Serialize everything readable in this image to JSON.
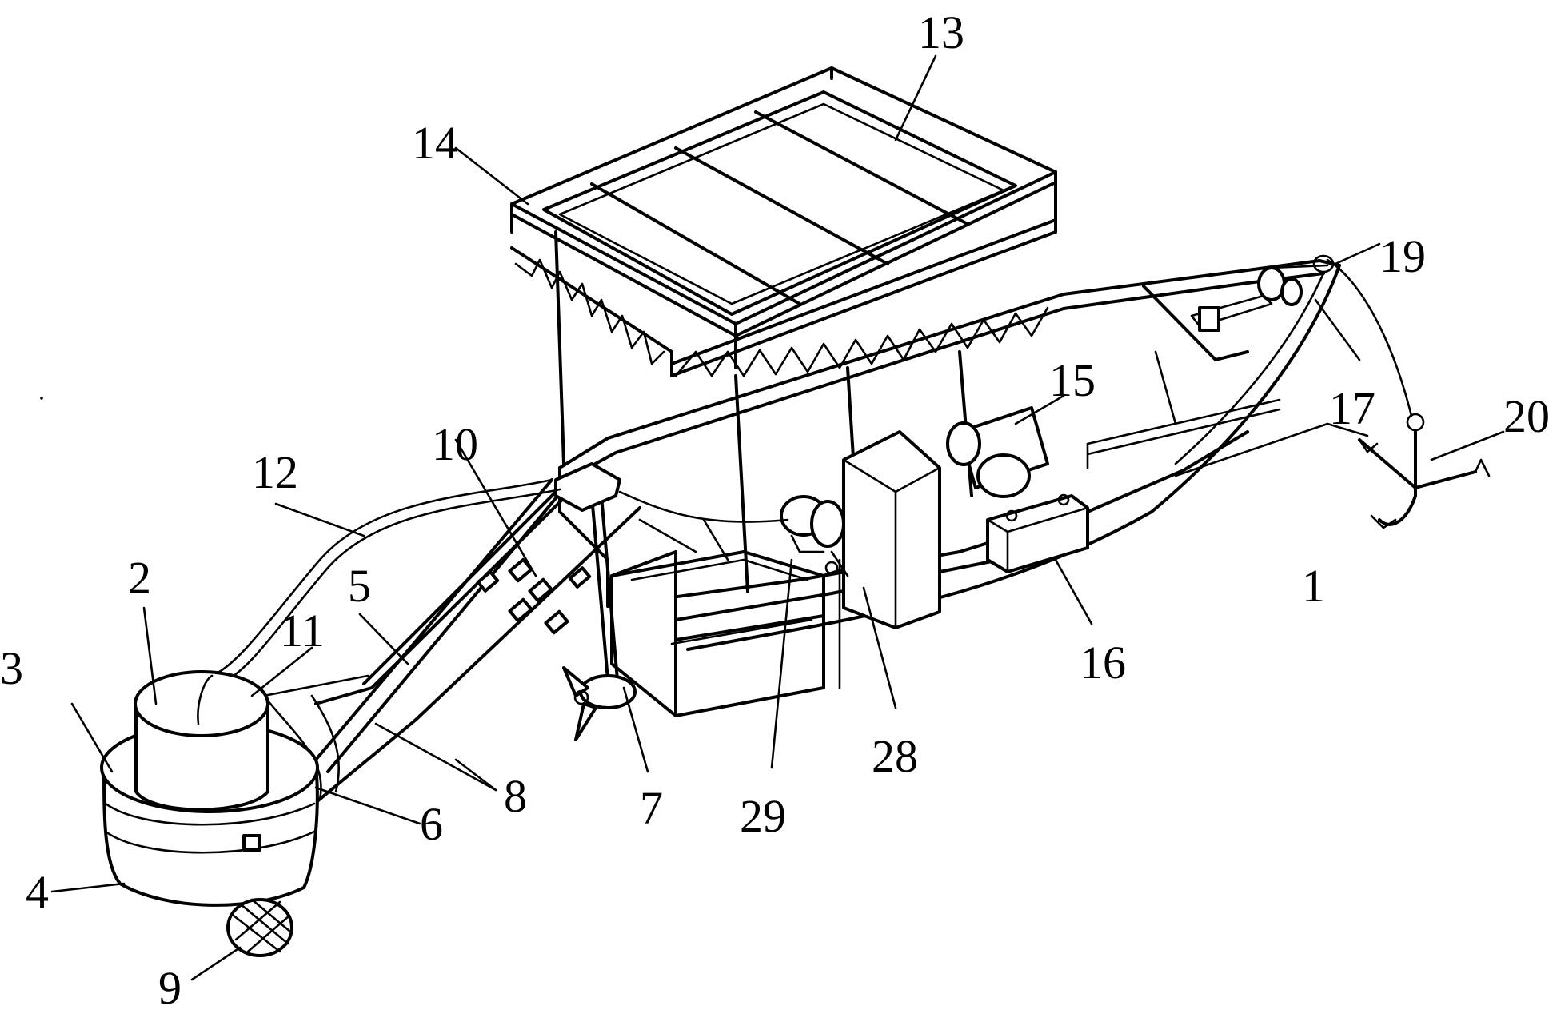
{
  "figure": {
    "labels": [
      {
        "id": "l1",
        "text": "1"
      },
      {
        "id": "l2",
        "text": "2"
      },
      {
        "id": "l3",
        "text": "3"
      },
      {
        "id": "l4",
        "text": "4"
      },
      {
        "id": "l5",
        "text": "5"
      },
      {
        "id": "l6",
        "text": "6"
      },
      {
        "id": "l7",
        "text": "7"
      },
      {
        "id": "l8",
        "text": "8"
      },
      {
        "id": "l9",
        "text": "9"
      },
      {
        "id": "l10",
        "text": "10"
      },
      {
        "id": "l11",
        "text": "11"
      },
      {
        "id": "l12",
        "text": "12"
      },
      {
        "id": "l13",
        "text": "13"
      },
      {
        "id": "l14",
        "text": "14"
      },
      {
        "id": "l15",
        "text": "15"
      },
      {
        "id": "l16",
        "text": "16"
      },
      {
        "id": "l17",
        "text": "17"
      },
      {
        "id": "l19",
        "text": "19"
      },
      {
        "id": "l20",
        "text": "20"
      },
      {
        "id": "l28",
        "text": "28"
      },
      {
        "id": "l29",
        "text": "29"
      }
    ]
  }
}
